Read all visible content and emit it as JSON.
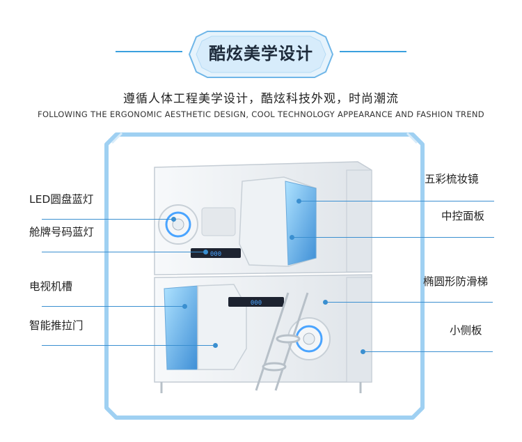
{
  "header": {
    "title": "酷炫美学设计",
    "subtitle_cn": "遵循人体工程美学设计，酷炫科技外观，时尚潮流",
    "subtitle_en": "FOLLOWING THE ERGONOMIC AESTHETIC DESIGN, COOL TECHNOLOGY APPEARANCE AND FASHION TREND"
  },
  "labels_left": [
    {
      "text": "LED圆盘蓝灯"
    },
    {
      "text": "舱牌号码蓝灯"
    },
    {
      "text": "电视机槽"
    },
    {
      "text": "智能推拉门"
    }
  ],
  "labels_right": [
    {
      "text": "五彩梳妆镜"
    },
    {
      "text": "中控面板"
    },
    {
      "text": "椭圆形防滑梯"
    },
    {
      "text": "小侧板"
    }
  ],
  "colors": {
    "accent": "#3a8fd0",
    "frame": "#9fd0f2",
    "badge_fill": "#e6f3fc",
    "capsule_body": "#eef1f4",
    "capsule_light": "#5aa9ff"
  }
}
